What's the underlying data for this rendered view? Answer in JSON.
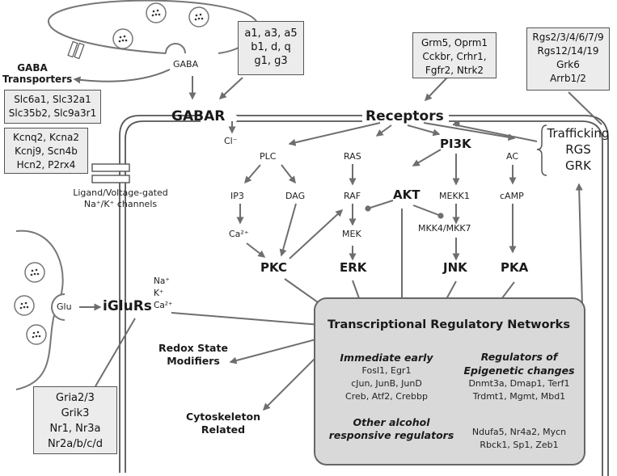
{
  "nodes": {
    "gaba": "GABA",
    "gabar": "GABAR",
    "receptors": "Receptors",
    "cl": "Cl⁻",
    "gaba_transporters": [
      "GABA",
      "Transporters"
    ],
    "ligand_channels": [
      "Ligand/Voltage-gated",
      "Na⁺/K⁺ channels"
    ],
    "plc": "PLC",
    "ras": "RAS",
    "pi3k": "PI3K",
    "ac": "AC",
    "ip3": "IP3",
    "dag": "DAG",
    "raf": "RAF",
    "akt": "AKT",
    "mekk1": "MEKK1",
    "camp": "cAMP",
    "ca": "Ca²⁺",
    "mek": "MEK",
    "mkk47": "MKK4/MKK7",
    "pkc": "PKC",
    "erk": "ERK",
    "jnk": "JNK",
    "pka": "PKA",
    "glu": "Glu",
    "iglurs": "iGluRs",
    "ions": [
      "Na⁺",
      "K⁺",
      "Ca²⁺"
    ],
    "trafficking": [
      "Trafficking",
      "RGS",
      "GRK"
    ],
    "trn": "Transcriptional Regulatory Networks",
    "redox": [
      "Redox State",
      "Modifiers"
    ],
    "cytoskeleton": [
      "Cytoskeleton",
      "Related"
    ]
  },
  "boxes": {
    "gabar_subunits": [
      "a1, a3, a5",
      "b1, d, q",
      "g1, g3"
    ],
    "receptor_genes": [
      "Grm5, Oprm1",
      "Cckbr, Crhr1,",
      "Fgfr2, Ntrk2"
    ],
    "rgs_genes": [
      "Rgs2/3/4/6/7/9",
      "Rgs12/14/19",
      "Grk6",
      "Arrb1/2"
    ],
    "transporter_genes": [
      "Slc6a1, Slc32a1",
      "Slc35b2, Slc9a3r1"
    ],
    "channel_genes": [
      "Kcnq2, Kcna2",
      "Kcnj9, Scn4b",
      "Hcn2, P2rx4"
    ],
    "glutamate_genes": [
      "Gria2/3",
      "Grik3",
      "Nr1, Nr3a",
      "Nr2a/b/c/d"
    ]
  },
  "trn_groups": {
    "immediate_early": {
      "title": "Immediate early",
      "genes": [
        "Fosl1, Egr1",
        "cJun, JunB, JunD",
        "Creb, Atf2, Crebbp"
      ]
    },
    "epigenetic": {
      "title": [
        "Regulators of",
        "Epigenetic changes"
      ],
      "genes": [
        "Dnmt3a, Dmap1, Terf1",
        "Trdmt1, Mgmt, Mbd1"
      ]
    },
    "other": {
      "title": [
        "Other alcohol",
        "responsive regulators"
      ],
      "genes": [
        "Ndufa5, Nr4a2, Mycn",
        "Rbck1, Sp1, Zeb1"
      ]
    }
  },
  "colors": {
    "line": "#6e6e6e",
    "box_fill": "#ececec",
    "trn_fill": "#d9d9d9",
    "text": "#1a1a1a"
  }
}
